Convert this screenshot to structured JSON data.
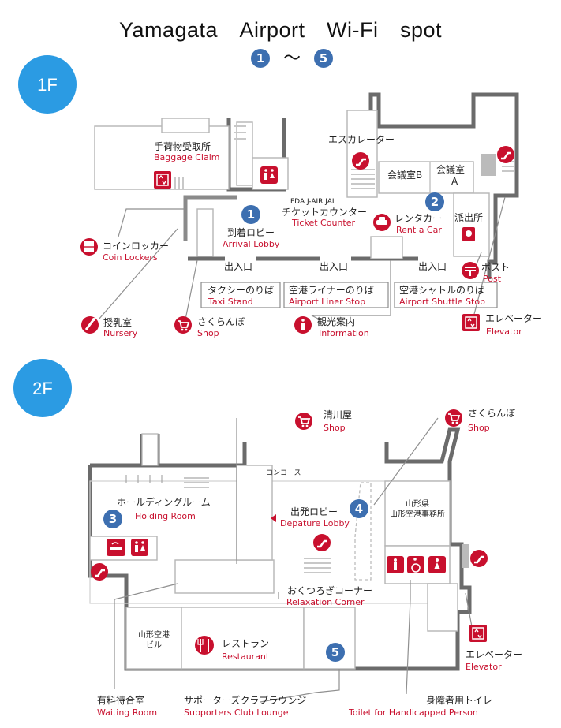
{
  "title": "Yamagata　Airport　Wi-Fi　spot",
  "spot_range": {
    "from": "1",
    "separator": "～",
    "to": "5"
  },
  "floors": {
    "f1": "1F",
    "f2": "2F"
  },
  "spots": [
    "1",
    "2",
    "3",
    "4",
    "5"
  ],
  "f1": {
    "baggage_jp": "手荷物受取所",
    "baggage_en": "Baggage Claim",
    "escalator_jp": "エスカレーター",
    "meeting_b": "会議室B",
    "meeting_a_jp": "会議室",
    "meeting_a_letter": "A",
    "airlines": "FDA J-AIR JAL",
    "ticket_jp": "チケットカウンター",
    "ticket_en": "Ticket Counter",
    "arrival_jp": "到着ロビー",
    "arrival_en": "Arrival Lobby",
    "rentacar_jp": "レンタカー",
    "rentacar_en": "Rent a Car",
    "police_jp": "派出所",
    "exit": "出入口",
    "coin_jp": "コインロッカー",
    "coin_en": "Coin Lockers",
    "post_jp": "ポスト",
    "post_en": "Post",
    "taxi_jp": "タクシーのりば",
    "taxi_en": "Taxi Stand",
    "liner_jp": "空港ライナーのりば",
    "liner_en": "Airport Liner Stop",
    "shuttle_jp": "空港シャトルのりば",
    "shuttle_en": "Airport Shuttle Stop",
    "nursery_jp": "授乳室",
    "nursery_en": "Nursery",
    "shop_jp": "さくらんぼ",
    "shop_en": "Shop",
    "info_jp": "観光案内",
    "info_en": "Information",
    "elevator_jp": "エレベーター",
    "elevator_en": "Elevator"
  },
  "f2": {
    "seikawa_jp": "清川屋",
    "seikawa_en": "Shop",
    "sakuranbo_jp": "さくらんぼ",
    "sakuranbo_en": "Shop",
    "concourse": "コンコース",
    "holding_jp": "ホールディングルーム",
    "holding_en": "Holding Room",
    "departure_jp": "出発ロビー",
    "departure_en": "Depature Lobby",
    "pref_office_1": "山形県",
    "pref_office_2": "山形空港事務所",
    "relax_jp": "おくつろぎコーナー",
    "relax_en": "Relaxation Corner",
    "bldg_1": "山形空港",
    "bldg_2": "ビル",
    "restaurant_jp": "レストラン",
    "restaurant_en": "Restaurant",
    "elevator_jp": "エレベーター",
    "elevator_en": "Elevator",
    "waiting_jp": "有料待合室",
    "waiting_en": "Waiting Room",
    "supporters_jp": "サポーターズクラブラウンジ",
    "supporters_en": "Supporters Club Lounge",
    "toilet_jp": "身障者用トイレ",
    "toilet_en": "Toilet for Handicapped Person"
  },
  "colors": {
    "accent_red": "#c8102e",
    "spot_blue": "#3d6fb0",
    "floor_blue": "#2b9be3",
    "wall_gray": "#6b6b6b"
  },
  "icons": [
    "escalator-icon",
    "restroom-icon",
    "car-icon",
    "police-icon",
    "locker-icon",
    "post-icon",
    "nursery-icon",
    "cart-icon",
    "info-icon",
    "elevator-icon",
    "smoking-icon",
    "restaurant-icon",
    "wheelchair-icon"
  ]
}
